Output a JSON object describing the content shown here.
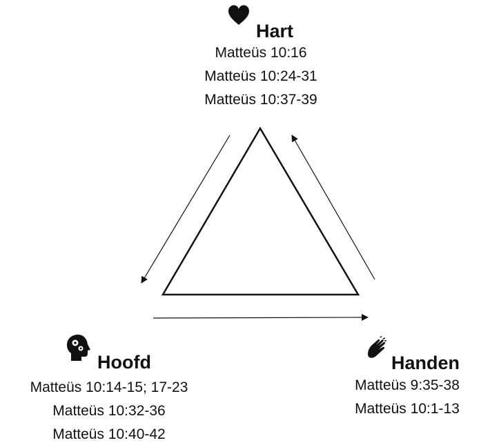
{
  "nodes": {
    "top": {
      "title": "Hart",
      "icon": "heart-icon",
      "references": [
        "Matteüs 10:16",
        "Matteüs 10:24-31",
        "Matteüs 10:37-39"
      ]
    },
    "left": {
      "title": "Hoofd",
      "icon": "head-gears-icon",
      "references": [
        "Matteüs 10:14-15; 17-23",
        "Matteüs 10:32-36",
        "Matteüs 10:40-42"
      ]
    },
    "right": {
      "title": "Handen",
      "icon": "clapping-hands-icon",
      "references": [
        "Matteüs 9:35-38",
        "Matteüs 10:1-13"
      ]
    }
  },
  "cycle_direction": [
    "Hart",
    "Hoofd",
    "Handen",
    "Hart"
  ],
  "colors": {
    "stroke": "#111111",
    "background": "#ffffff"
  }
}
